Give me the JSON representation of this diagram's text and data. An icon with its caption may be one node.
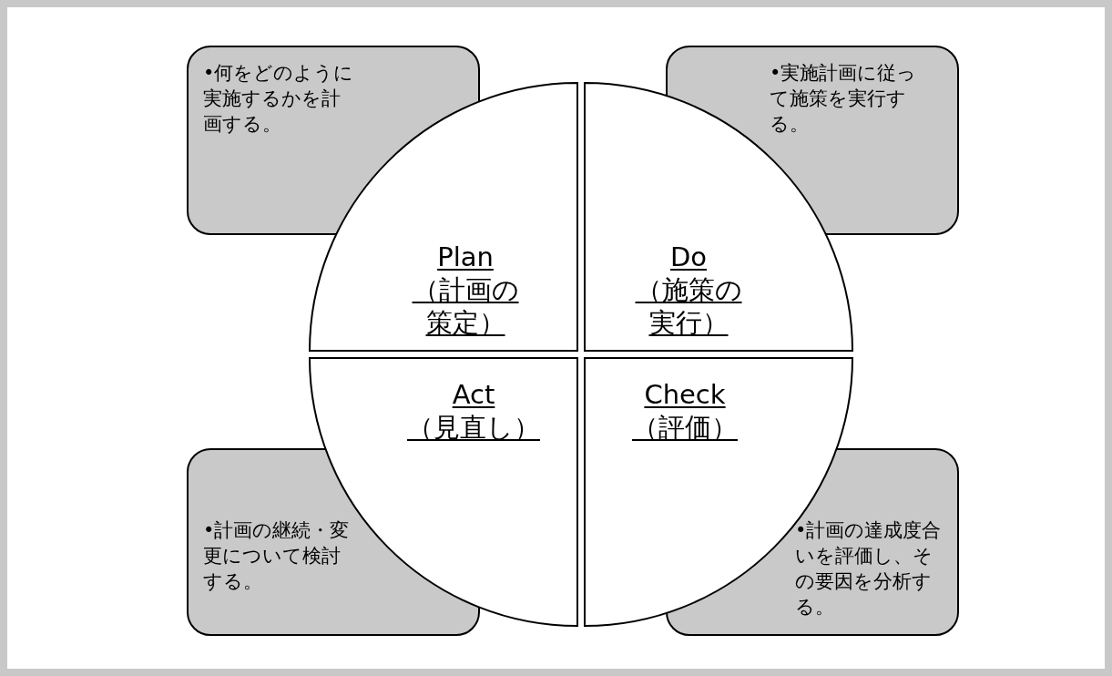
{
  "diagram": {
    "nodes": [
      {
        "text": [
          "•何をどのように実施するかを計画する。"
        ]
      },
      {
        "text": [
          "•実施計画に従って施策を実行する。"
        ]
      },
      {
        "text": [
          "Plan",
          "（計画の策定）"
        ]
      },
      {
        "text": [
          "Do",
          "（施策の実行）"
        ]
      },
      {
        "text": [
          "Act",
          "（見直し）"
        ]
      },
      {
        "text": [
          "Check",
          "（評価）"
        ]
      },
      {
        "text": [
          "•計画の継続・変更について検討する。"
        ]
      },
      {
        "text": [
          "•計画の達成度合いを評価し、その要因を分析する。"
        ]
      }
    ],
    "edges": []
  }
}
